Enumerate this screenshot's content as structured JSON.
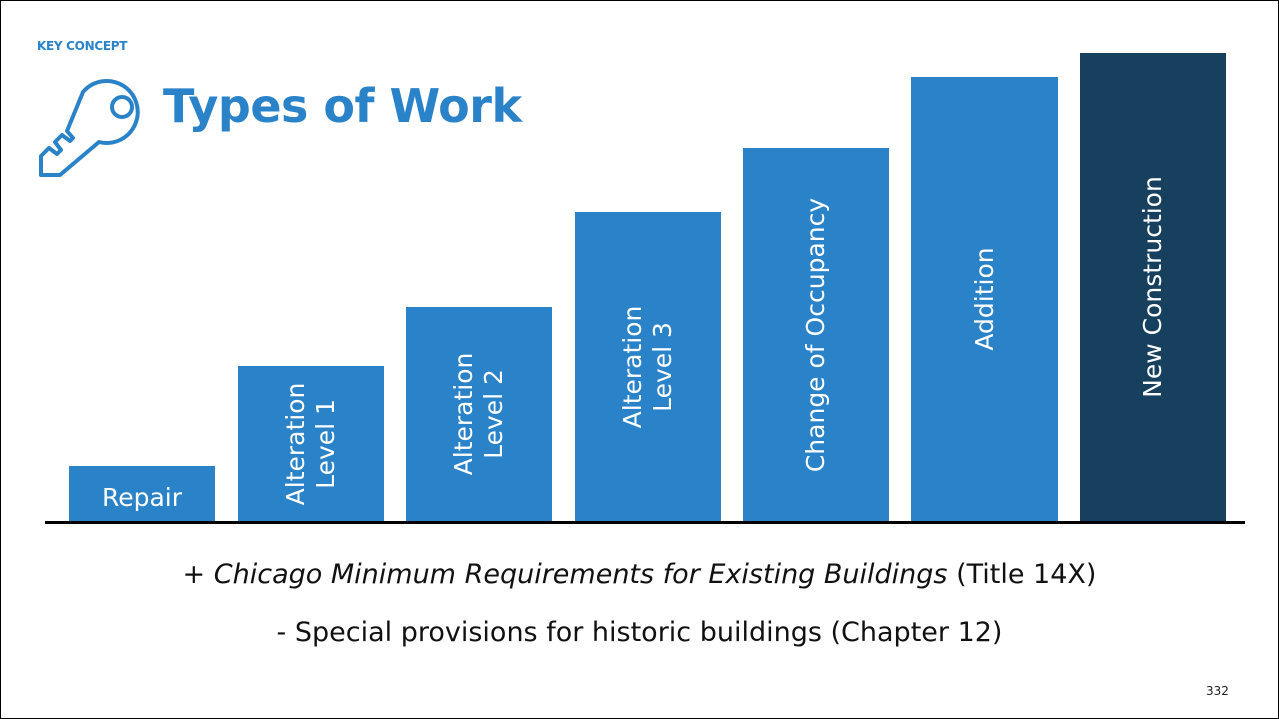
{
  "header": {
    "eyebrow": "KEY CONCEPT",
    "title": "Types of Work",
    "icon": "key-icon"
  },
  "colors": {
    "accent": "#2a83c8",
    "dark": "#17405f"
  },
  "bars": [
    {
      "lines": [
        "Repair"
      ],
      "color": "#2a83c8",
      "orientation": "horizontal"
    },
    {
      "lines": [
        "Alteration",
        "Level 1"
      ],
      "color": "#2a83c8",
      "orientation": "vertical"
    },
    {
      "lines": [
        "Alteration",
        "Level 2"
      ],
      "color": "#2a83c8",
      "orientation": "vertical"
    },
    {
      "lines": [
        "Alteration",
        "Level 3"
      ],
      "color": "#2a83c8",
      "orientation": "vertical"
    },
    {
      "lines": [
        "Change of Occupancy"
      ],
      "color": "#2a83c8",
      "orientation": "vertical"
    },
    {
      "lines": [
        "Addition"
      ],
      "color": "#2a83c8",
      "orientation": "vertical"
    },
    {
      "lines": [
        "New Construction"
      ],
      "color": "#17405f",
      "orientation": "vertical"
    }
  ],
  "notes": {
    "line1_prefix": "+ ",
    "line1_italic": "Chicago Minimum Requirements for  Existing Buildings",
    "line1_suffix": " (Title 14X)",
    "line2": "- Special provisions for historic buildings (Chapter 12)"
  },
  "page_number": "332"
}
